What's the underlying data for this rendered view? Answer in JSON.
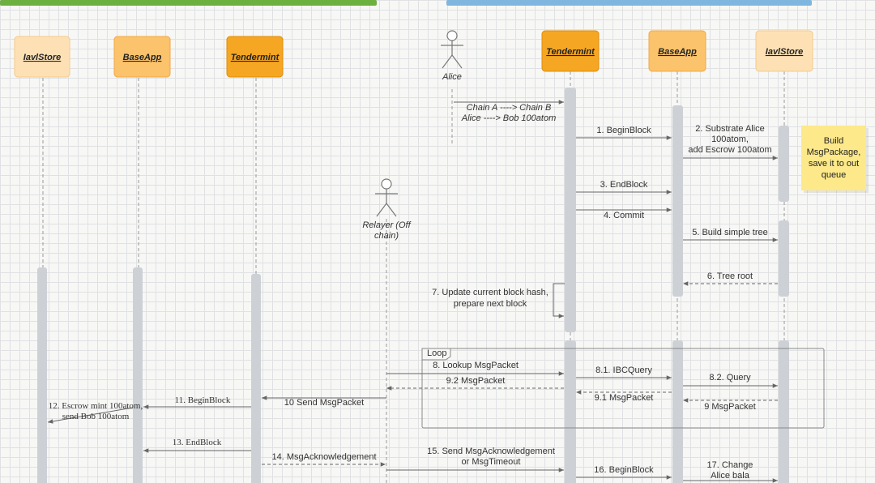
{
  "colors": {
    "left_bar": "#6cb03f",
    "right_bar": "#7eb6e0",
    "tendermint": "#f5a623",
    "tendermint_stroke": "#e08e0b",
    "baseapp": "#fbc36b",
    "baseapp_stroke": "#f0a84a",
    "iavl": "#fde1b5",
    "iavl_stroke": "#f5c98a",
    "lifeline_bar": "#cdd1d6",
    "arrow": "#666666",
    "note": "#fde98a"
  },
  "participants_left": [
    {
      "label": "IavlStore"
    },
    {
      "label": "BaseApp"
    },
    {
      "label": "Tendermint"
    }
  ],
  "participants_right": [
    {
      "label": "Tendermint"
    },
    {
      "label": "BaseApp"
    },
    {
      "label": "IavlStore"
    }
  ],
  "actors": [
    {
      "name": "alice",
      "lines": [
        "Alice"
      ]
    },
    {
      "name": "relayer",
      "lines": [
        "Relayer (Off",
        "chain)"
      ]
    }
  ],
  "note": {
    "lines": [
      "Build",
      "MsgPackage,",
      "save it to out",
      "queue"
    ]
  },
  "loop_label": "Loop",
  "messages": [
    {
      "name": "chain-a-to-b",
      "lines": [
        "Chain A ----> Chain B",
        "Alice ----> Bob 100atom"
      ]
    },
    {
      "name": "begin-block-1",
      "lines": [
        "1. BeginBlock"
      ]
    },
    {
      "name": "substrate-alice-2",
      "lines": [
        "2. Substrate Alice",
        "100atom,",
        "add Escrow 100atom"
      ]
    },
    {
      "name": "end-block-3",
      "lines": [
        "3. EndBlock"
      ]
    },
    {
      "name": "commit-4",
      "lines": [
        "4. Commit"
      ]
    },
    {
      "name": "build-tree-5",
      "lines": [
        "5. Build simple tree"
      ]
    },
    {
      "name": "tree-root-6",
      "lines": [
        "6. Tree root"
      ]
    },
    {
      "name": "update-hash-7",
      "lines": [
        "7. Update current block hash,",
        "prepare next block"
      ]
    },
    {
      "name": "lookup-8",
      "lines": [
        "8. Lookup MsgPacket"
      ]
    },
    {
      "name": "ibcquery-8-1",
      "lines": [
        "8.1. IBCQuery"
      ]
    },
    {
      "name": "query-8-2",
      "lines": [
        "8.2. Query"
      ]
    },
    {
      "name": "msgpacket-9-2",
      "lines": [
        "9.2 MsgPacket"
      ]
    },
    {
      "name": "msgpacket-9-1",
      "lines": [
        "9.1 MsgPacket"
      ]
    },
    {
      "name": "msgpacket-9",
      "lines": [
        "9 MsgPacket"
      ]
    },
    {
      "name": "send-msgpacket-10",
      "lines": [
        "10 Send MsgPacket"
      ]
    },
    {
      "name": "begin-block-11",
      "lines": [
        "11. BeginBlock"
      ]
    },
    {
      "name": "escrow-mint-12",
      "lines": [
        "12. Escrow mint 100atom,",
        "send Bob  100atom"
      ]
    },
    {
      "name": "end-block-13",
      "lines": [
        "13. EndBlock"
      ]
    },
    {
      "name": "msg-ack-14",
      "lines": [
        "14. MsgAcknowledgement"
      ]
    },
    {
      "name": "send-ack-15",
      "lines": [
        "15. Send MsgAcknowledgement",
        "or MsgTimeout"
      ]
    },
    {
      "name": "begin-block-16",
      "lines": [
        "16. BeginBlock"
      ]
    },
    {
      "name": "change-balance-17",
      "lines": [
        "17. Change",
        "Alice bala"
      ]
    }
  ]
}
